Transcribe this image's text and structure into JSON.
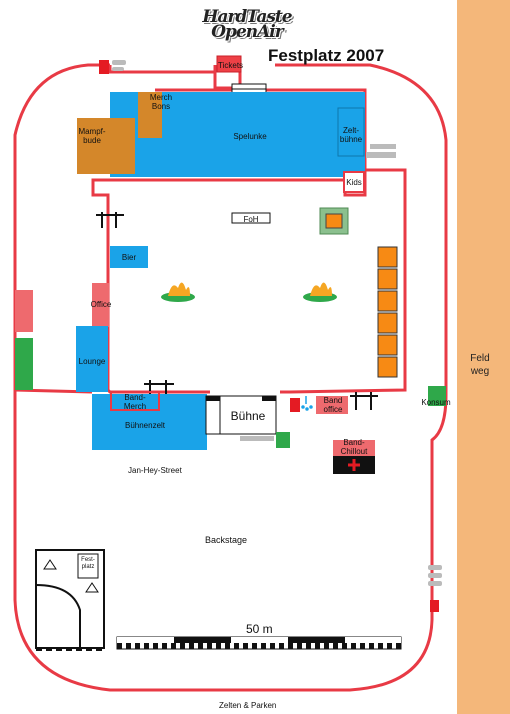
{
  "logo": {
    "line1": "HardTaste",
    "line2": "OpenAir"
  },
  "title": "Festplatz 2007",
  "side_road": "Feldweg",
  "venues": {
    "tickets": "Tickets",
    "merch_bons": "Merch\nBons",
    "mampfbude": "Mampf-\nbude",
    "spelunke": "Spelunke",
    "zeltbuehne": "Zelt-\nbühne",
    "kids": "Kids",
    "foh": "FoH",
    "bier": "Bier",
    "office": "Office",
    "lounge": "Lounge",
    "band_merch": "Band-\nMerch",
    "buehnenzelt": "Bühnenzelt",
    "buehne": "Bühne",
    "band_office": "Band\noffice",
    "konsum": "Konsum",
    "band_chillout": "Band-\nChillout"
  },
  "areas": {
    "jan_hey_street": "Jan-Hey-Street",
    "backstage": "Backstage",
    "zelten_parken": "Zelten & Parken"
  },
  "inset": {
    "label": "Fest-\nplatz"
  },
  "scale": {
    "label": "50 m"
  },
  "colors": {
    "fence": "#e83a45",
    "water_blue": "#1aa3e8",
    "food_brown": "#d4872a",
    "stand_orange": "#f78a14",
    "pink": "#ee6a6e",
    "green": "#2fa84a",
    "road_band": "#f4b77a"
  }
}
